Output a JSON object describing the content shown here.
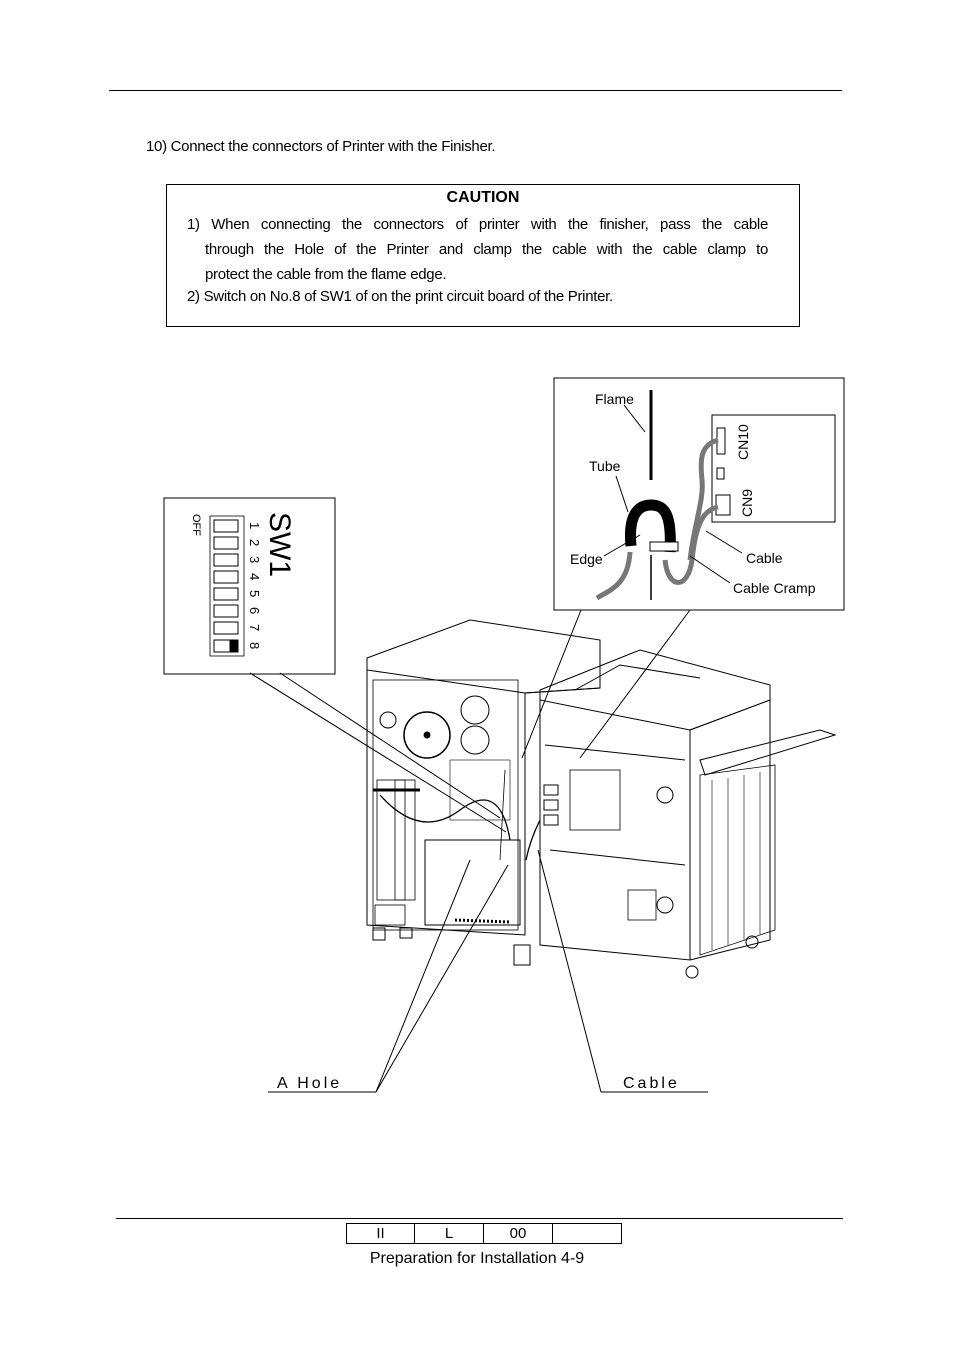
{
  "step": {
    "text": "10) Connect the connectors of Printer with the Finisher."
  },
  "caution": {
    "title": "CAUTION",
    "item1": {
      "line1": "1) When connecting the connectors of printer with the finisher, pass the cable",
      "line2": "through the Hole of the Printer and clamp the cable with the cable clamp to",
      "line3": "protect the cable from the flame edge."
    },
    "item2": "2) Switch on No.8 of SW1 of on the print circuit board of the Printer."
  },
  "figure": {
    "detail_labels": {
      "flame": "Flame",
      "tube": "Tube",
      "edge": "Edge",
      "cable": "Cable",
      "cable_cramp": "Cable Cramp",
      "cn10": "CN10",
      "cn9": "CN9"
    },
    "switch": {
      "title": "SW1",
      "numbers": [
        "1",
        "2",
        "3",
        "4",
        "5",
        "6",
        "7",
        "8"
      ],
      "off_label": "OFF",
      "switched_on": "8"
    },
    "callouts": {
      "hole": "A Hole",
      "cable": "Cable"
    }
  },
  "footer": {
    "cells": [
      "II",
      "L",
      "00",
      ""
    ],
    "caption": "Preparation for Installation 4-9"
  }
}
